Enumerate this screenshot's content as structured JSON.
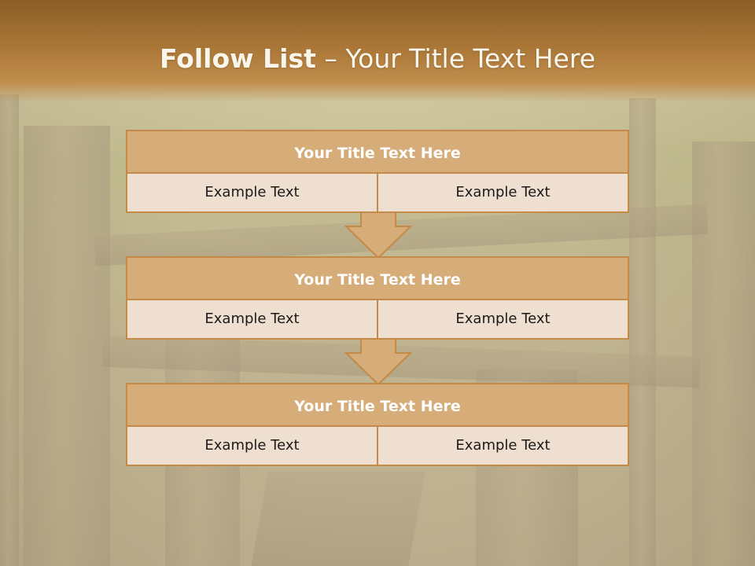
{
  "slide": {
    "title_bold": "Follow List",
    "title_sep": " – ",
    "title_rest": "Your Title Text Here"
  },
  "blocks": [
    {
      "title": "Your Title Text Here",
      "left": "Example Text",
      "right": "Example Text"
    },
    {
      "title": "Your Title Text Here",
      "left": "Example Text",
      "right": "Example Text"
    },
    {
      "title": "Your Title Text Here",
      "left": "Example Text",
      "right": "Example Text"
    }
  ],
  "colors": {
    "header": "#a97637",
    "block_title_fill": "#d6ac78",
    "block_border": "#c48a47",
    "row_fill": "#efdfd1",
    "arrow_fill": "#d6ac78"
  },
  "icons": [
    "down-arrow-icon"
  ]
}
